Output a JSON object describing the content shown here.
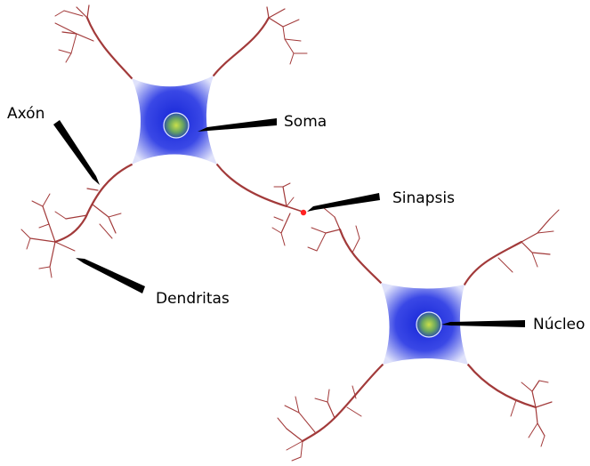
{
  "labels": {
    "axon": "Axón",
    "soma": "Soma",
    "synapse": "Sinapsis",
    "dendrites": "Dendritas",
    "nucleus": "Núcleo"
  },
  "colors": {
    "fiber": "#a23a3a",
    "cell_core": "#1f2fe0",
    "cell_edge": "#c8cdf8",
    "nucleus_center": "#b8d848",
    "nucleus_edge": "#3a8a6a",
    "synapse_dot": "#ff2222",
    "pointer": "#000000"
  }
}
